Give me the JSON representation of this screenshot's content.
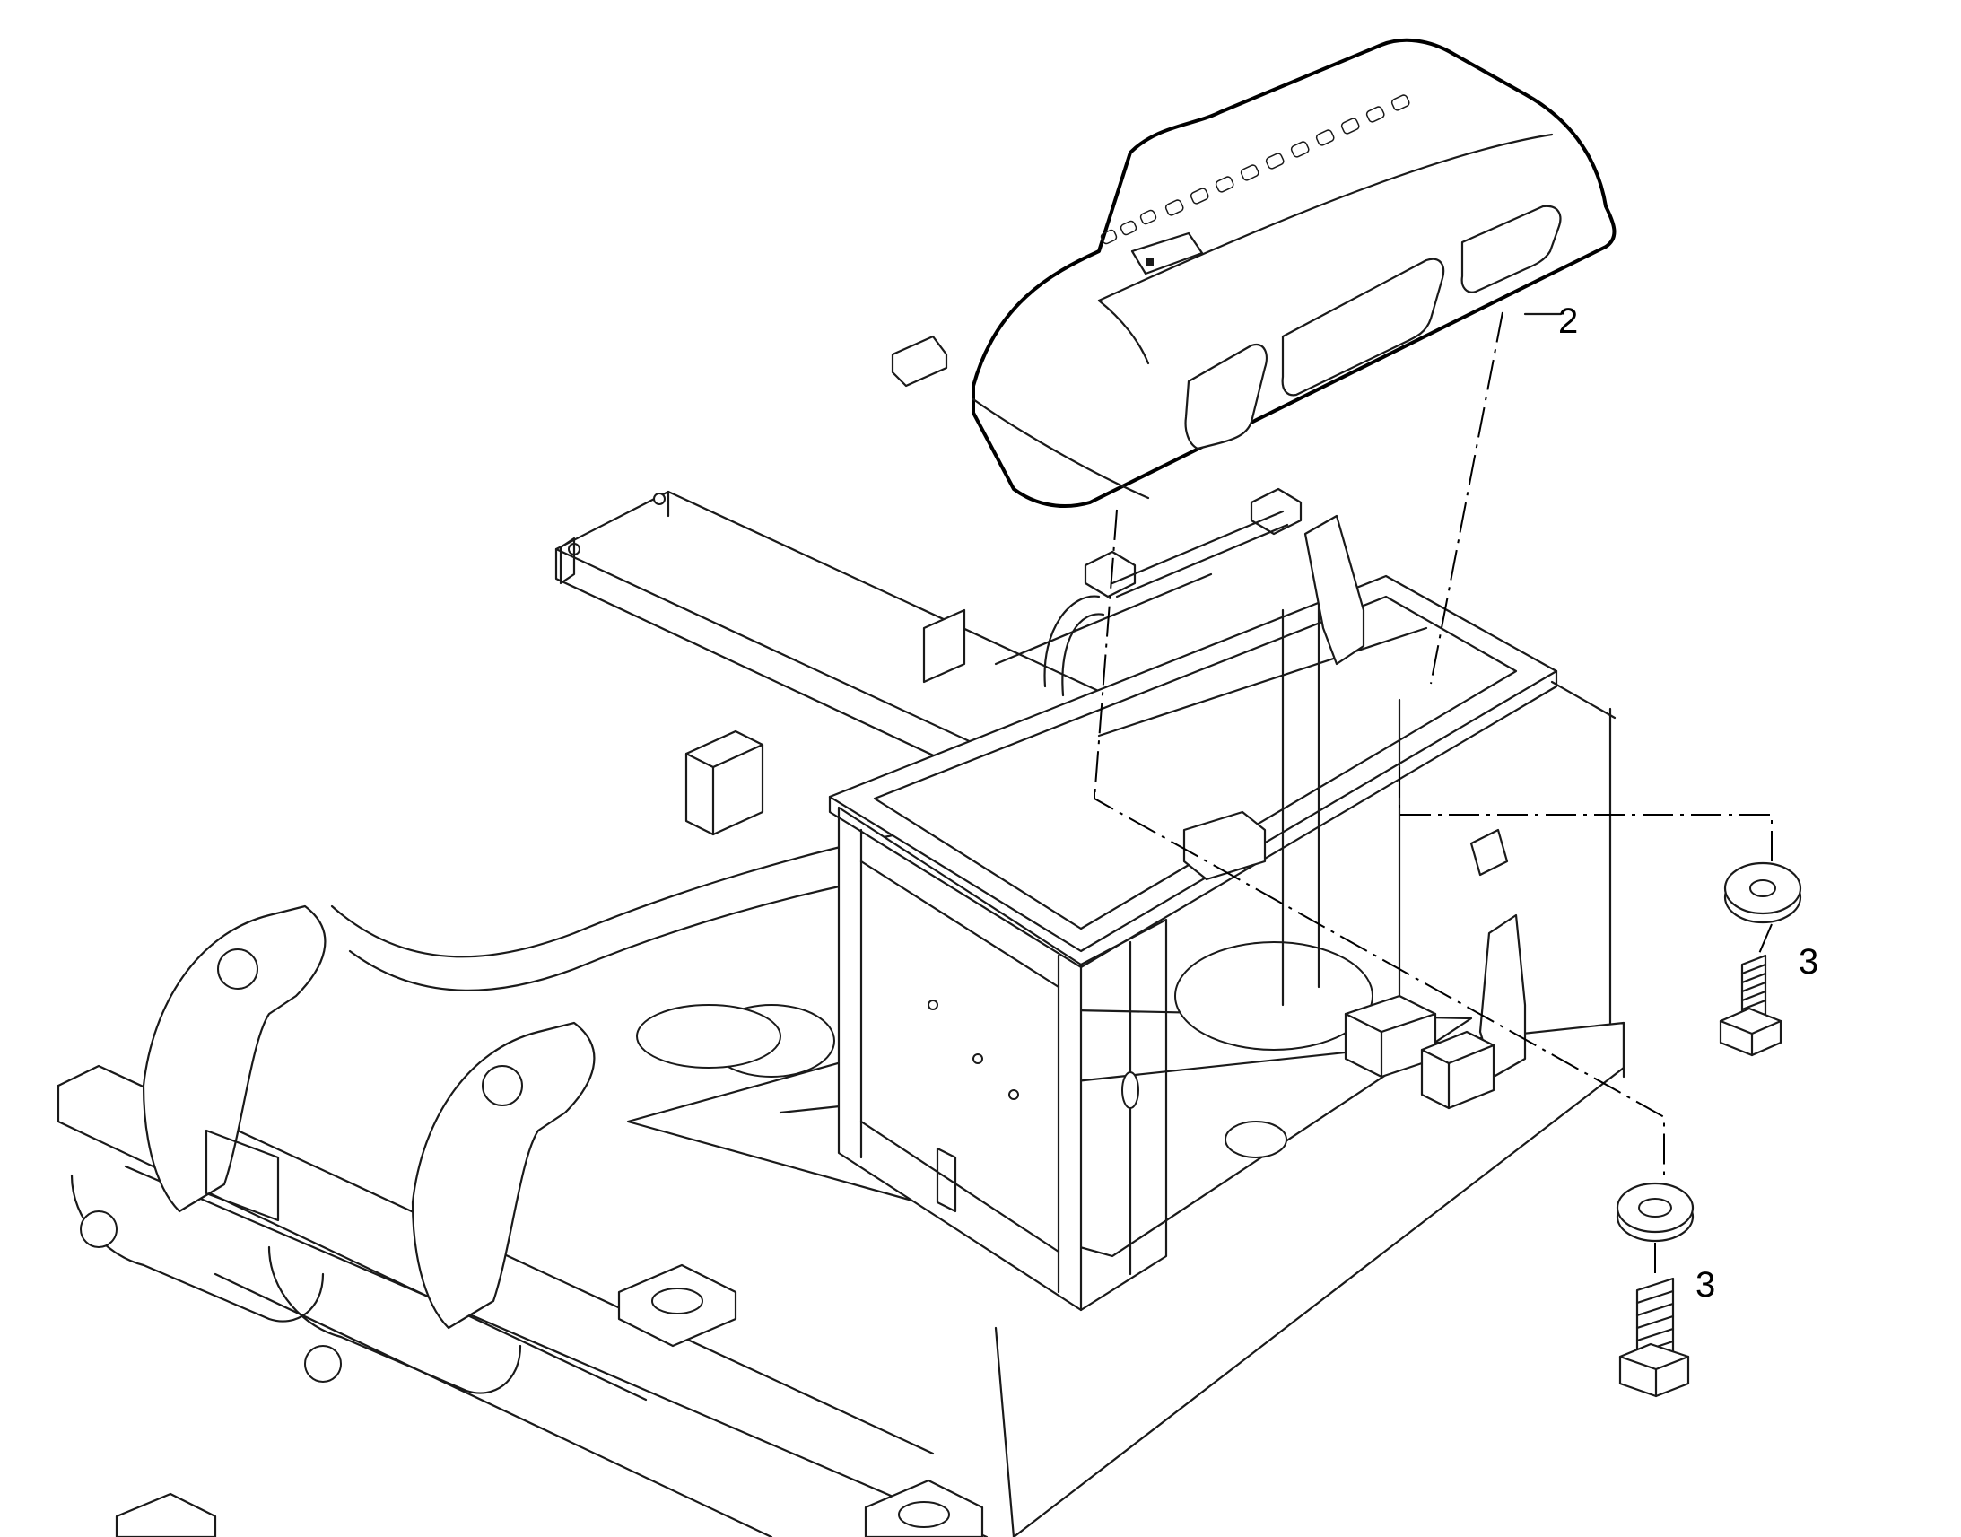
{
  "callouts": [
    {
      "label": "2"
    },
    {
      "label": "3"
    },
    {
      "label": "3"
    }
  ],
  "colors": {
    "line": "#1a1a1a",
    "background": "#ffffff"
  }
}
